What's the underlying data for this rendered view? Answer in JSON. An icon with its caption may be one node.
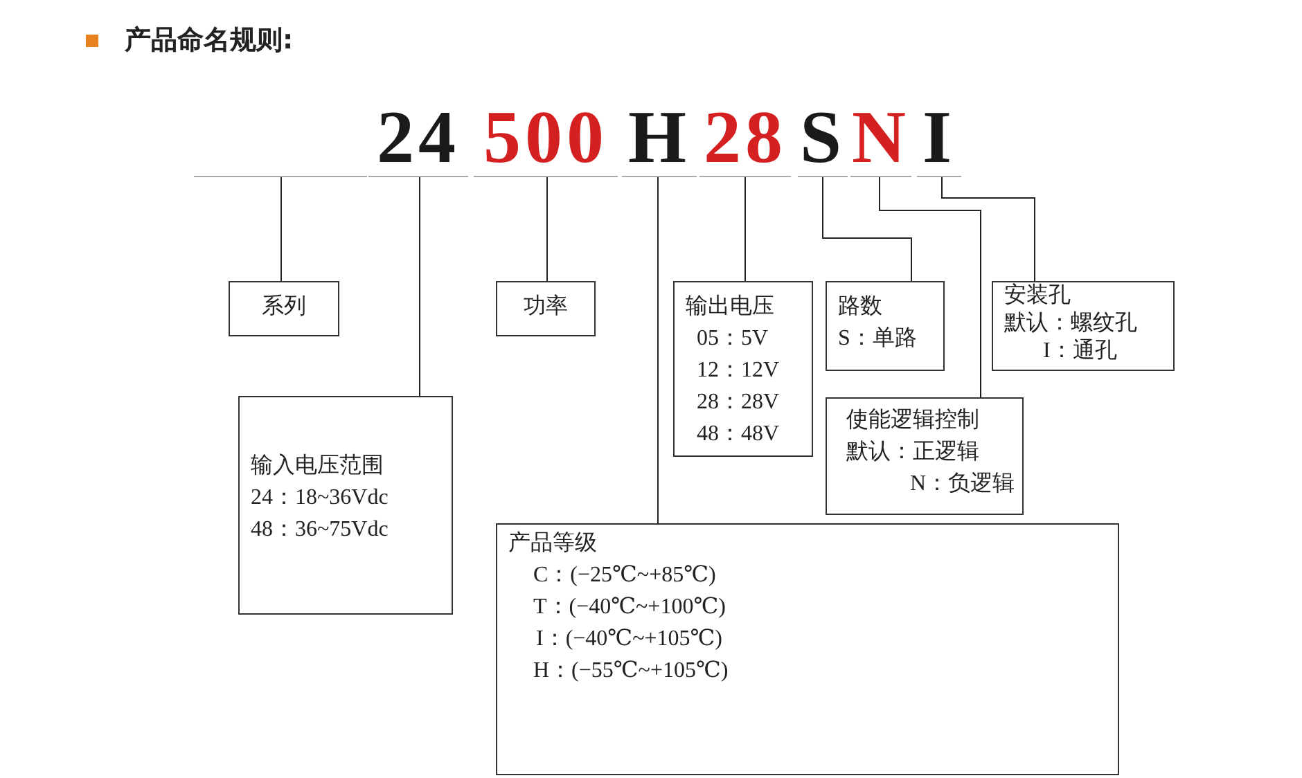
{
  "diagram": {
    "title": "产品命名规则:",
    "nodes": [
      {
        "text": [],
        "shape": "bar"
      },
      {
        "text": [
          "24"
        ]
      },
      {
        "text": [
          "500"
        ]
      },
      {
        "text": [
          "H"
        ]
      },
      {
        "text": [
          "28"
        ]
      },
      {
        "text": [
          "S"
        ]
      },
      {
        "text": [
          "N"
        ]
      },
      {
        "text": [
          "I"
        ]
      },
      {
        "text": [
          "系列"
        ]
      },
      {
        "text": [
          "功率"
        ]
      },
      {
        "text": [
          "输出电压",
          "05：5V",
          "12：12V",
          "28：28V",
          "48：48V"
        ]
      },
      {
        "text": [
          "路数",
          "S：单路"
        ]
      },
      {
        "text": [
          "安装孔",
          "默认：螺纹孔",
          "I：通孔"
        ]
      },
      {
        "text": [
          "输入电压范围",
          "24：18~36Vdc",
          "48：36~75Vdc"
        ]
      },
      {
        "text": [
          "使能逻辑控制",
          "默认：正逻辑",
          "N：负逻辑"
        ]
      },
      {
        "text": [
          "产品等级",
          "C：(−25℃~+85℃)",
          "T：(−40℃~+100℃)",
          "I：(−40℃~+105℃)",
          "H：(−55℃~+105℃)"
        ]
      }
    ],
    "edges": [
      {
        "from": 0,
        "to": 8,
        "arrow": "none"
      },
      {
        "from": 1,
        "to": 13,
        "arrow": "none"
      },
      {
        "from": 2,
        "to": 9,
        "arrow": "none"
      },
      {
        "from": 3,
        "to": 15,
        "arrow": "none"
      },
      {
        "from": 4,
        "to": 10,
        "arrow": "none"
      },
      {
        "from": 5,
        "to": 11,
        "arrow": "none"
      },
      {
        "from": 6,
        "to": 14,
        "arrow": "none"
      },
      {
        "from": 7,
        "to": 12,
        "arrow": "none"
      }
    ]
  }
}
